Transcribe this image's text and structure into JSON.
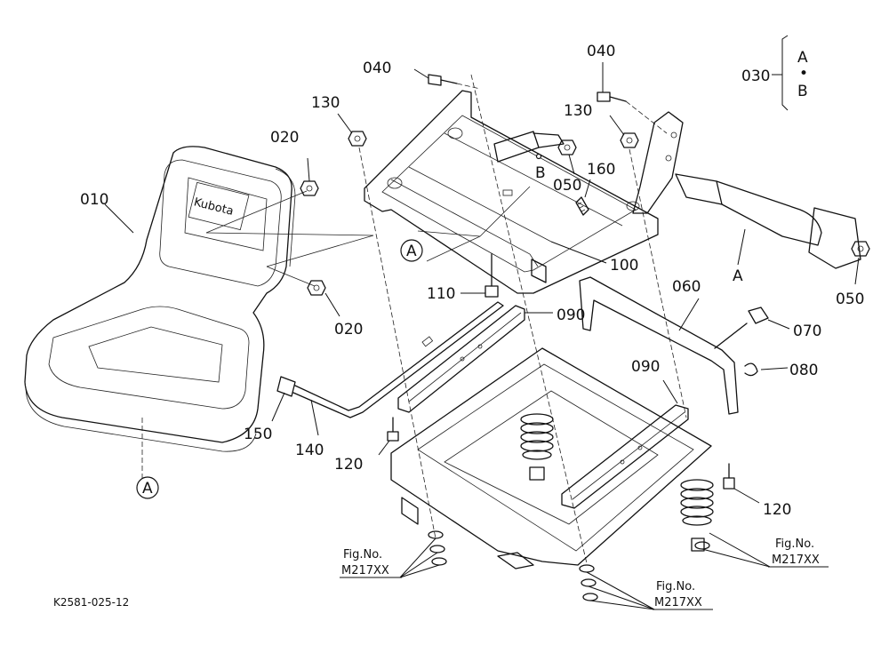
{
  "diagram": {
    "figure_code": "K2581-025-12",
    "callouts": {
      "p010": "010",
      "p020a": "020",
      "p020b": "020",
      "p030": "030",
      "p040a": "040",
      "p040b": "040",
      "p050a": "050",
      "p050b": "050",
      "p060": "060",
      "p070": "070",
      "p080": "080",
      "p090a": "090",
      "p090b": "090",
      "p100": "100",
      "p110": "110",
      "p120a": "120",
      "p120b": "120",
      "p130a": "130",
      "p130b": "130",
      "p140": "140",
      "p150": "150",
      "p160": "160"
    },
    "refs": {
      "A_seat": "A",
      "A_frame": "A",
      "A_belt": "A",
      "B_buckle": "B",
      "bracket_A": "A",
      "bracket_dot": "•",
      "bracket_B": "B"
    },
    "fig_refs": [
      {
        "label": "Fig.No.",
        "code": "M217XX"
      },
      {
        "label": "Fig.No.",
        "code": "M217XX"
      },
      {
        "label": "Fig.No.",
        "code": "M217XX"
      }
    ],
    "seat_logo": "Kubota"
  }
}
